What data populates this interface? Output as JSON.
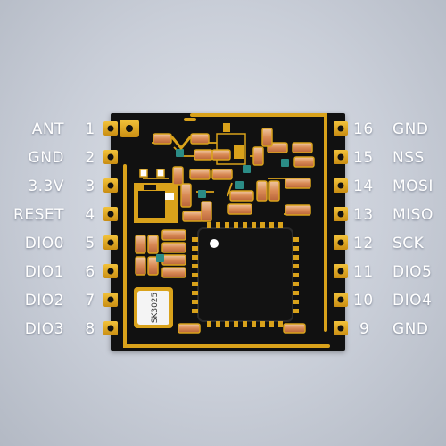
{
  "module": {
    "left_pins": [
      {
        "name": "ANT",
        "number": "1"
      },
      {
        "name": "GND",
        "number": "2"
      },
      {
        "name": "3.3V",
        "number": "3"
      },
      {
        "name": "RESET",
        "number": "4"
      },
      {
        "name": "DIO0",
        "number": "5"
      },
      {
        "name": "DIO1",
        "number": "6"
      },
      {
        "name": "DIO2",
        "number": "7"
      },
      {
        "name": "DIO3",
        "number": "8"
      }
    ],
    "right_pins": [
      {
        "number": "16",
        "name": "GND"
      },
      {
        "number": "15",
        "name": "NSS"
      },
      {
        "number": "14",
        "name": "MOSI"
      },
      {
        "number": "13",
        "name": "MISO"
      },
      {
        "number": "12",
        "name": "SCK"
      },
      {
        "number": "11",
        "name": "DIO5"
      },
      {
        "number": "10",
        "name": "DIO4"
      },
      {
        "number": "9",
        "name": "GND"
      }
    ],
    "crystal_marking": "SK3025",
    "colors": {
      "board": "#111111",
      "copper": "#d9a21b",
      "label_text": "#ffffff"
    }
  }
}
